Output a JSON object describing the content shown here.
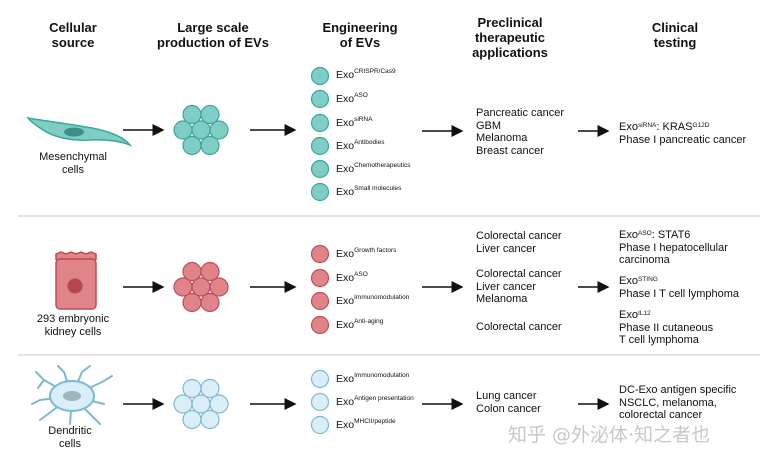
{
  "headers": {
    "cellular_source": [
      "Cellular",
      "source"
    ],
    "large_scale": [
      "Large scale",
      "production of EVs"
    ],
    "engineering": [
      "Engineering",
      "of EVs"
    ],
    "preclinical": [
      "Preclinical",
      "therapeutic",
      "applications"
    ],
    "clinical": [
      "Clinical",
      "testing"
    ]
  },
  "rows": [
    {
      "cell_label": [
        "Mesenchymal",
        "cells"
      ],
      "color": "#7fcdc4",
      "stroke": "#3aa79c",
      "exos": [
        {
          "base": "Exo",
          "sup": "CRISPR/Cas9"
        },
        {
          "base": "Exo",
          "sup": "ASO"
        },
        {
          "base": "Exo",
          "sup": "siRNA"
        },
        {
          "base": "Exo",
          "sup": "Antibodies"
        },
        {
          "base": "Exo",
          "sup": "Chemotherapeutics"
        },
        {
          "base": "Exo",
          "sup": "Small molecules"
        }
      ],
      "preclinical": [
        "Pancreatic cancer",
        "GBM",
        "Melanoma",
        "Breast cancer"
      ],
      "clinical": {
        "l1_base": "Exo",
        "l1_sup": "siRNA",
        "l1_mid": ": KRAS",
        "l1_sup2": "G12D",
        "l2": "Phase I pancreatic cancer"
      }
    },
    {
      "cell_label": [
        "293 embryonic",
        "kidney cells"
      ],
      "color": "#e0848a",
      "stroke": "#bd4d56",
      "exos": [
        {
          "base": "Exo",
          "sup": "Growth factors"
        },
        {
          "base": "Exo",
          "sup": "ASO"
        },
        {
          "base": "Exo",
          "sup": "Immunomodulation"
        },
        {
          "base": "Exo",
          "sup": "Anti-aging"
        }
      ],
      "preclinical_group1": [
        "Colorectal cancer",
        "Liver cancer"
      ],
      "preclinical_group2": [
        "Colorectal cancer",
        "Liver cancer",
        "Melanoma"
      ],
      "preclinical_group3": [
        "Colorectal cancer"
      ],
      "clinical1": {
        "base": "Exo",
        "sup": "ASO",
        "tail": ": STAT6",
        "l2": "Phase I hepatocellular",
        "l3": "carcinoma"
      },
      "clinical2": {
        "base": "Exo",
        "sup": "STING",
        "l2": "Phase I T cell lymphoma"
      },
      "clinical3": {
        "base": "Exo",
        "sup": "IL12",
        "l2": "Phase II cutaneous",
        "l3": "T cell lymphoma"
      }
    },
    {
      "cell_label": [
        "Dendritic",
        "cells"
      ],
      "color": "#d9eef7",
      "stroke": "#7db9d1",
      "exos": [
        {
          "base": "Exo",
          "sup": "Immunomodulation"
        },
        {
          "base": "Exo",
          "sup": "Antigen presentation"
        },
        {
          "base": "Exo",
          "sup": "MHCII/peptide"
        }
      ],
      "preclinical": [
        "Lung cancer",
        "Colon cancer"
      ],
      "clinical": [
        "DC-Exo antigen specific",
        "NSCLC, melanoma,",
        "colorectal cancer"
      ]
    }
  ],
  "watermark": "知乎 @外泌体·知之者也"
}
